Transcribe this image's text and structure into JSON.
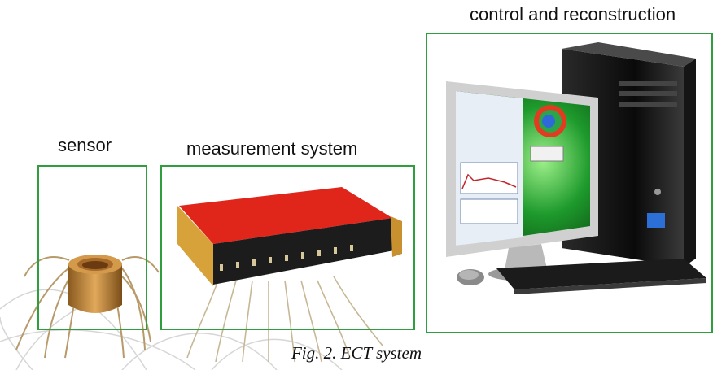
{
  "labels": {
    "sensor": "sensor",
    "measurement": "measurement system",
    "control": "control and reconstruction"
  },
  "caption": "Fig. 2. ECT system",
  "colors": {
    "frame": "#2f9e3f",
    "box_top": "#e0251b",
    "box_body": "#1c1c1c",
    "copper": "#c8843a",
    "monitor_bg": "#1f9b2f"
  }
}
